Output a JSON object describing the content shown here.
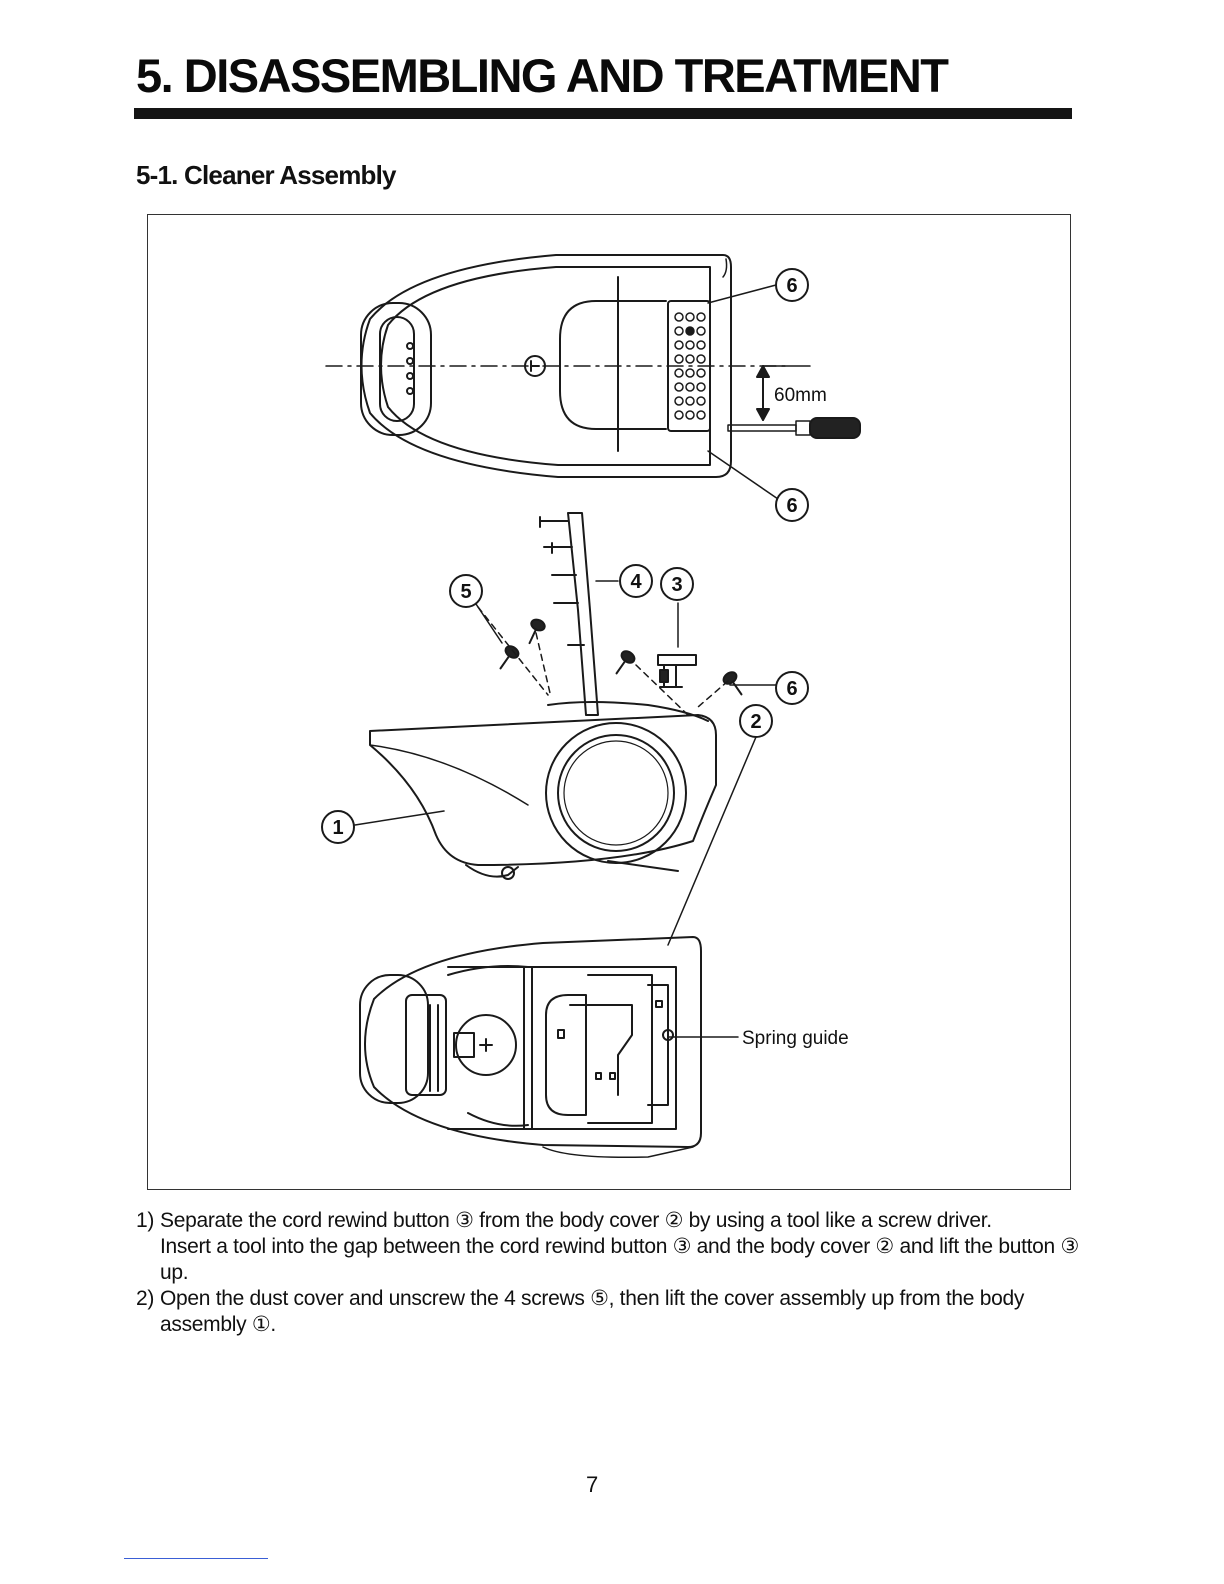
{
  "page": {
    "title": "5. DISASSEMBLING AND TREATMENT",
    "section": "5-1. Cleaner Assembly",
    "page_number": "7"
  },
  "figure": {
    "callouts": [
      "1",
      "2",
      "3",
      "4",
      "5",
      "6"
    ],
    "dimension_label": "60mm",
    "spring_guide_label": "Spring guide"
  },
  "instructions": [
    {
      "number": "1)",
      "lines": [
        "Separate the cord rewind button ③ from the body  cover ② by using a tool like a screw driver.",
        "Insert a tool into the gap between the cord rewind button ③ and the body cover ② and lift the button ③ up."
      ]
    },
    {
      "number": "2)",
      "lines": [
        "Open the dust cover and unscrew the 4 screws ⑤, then lift the cover assembly up from the body assembly ①."
      ]
    }
  ]
}
